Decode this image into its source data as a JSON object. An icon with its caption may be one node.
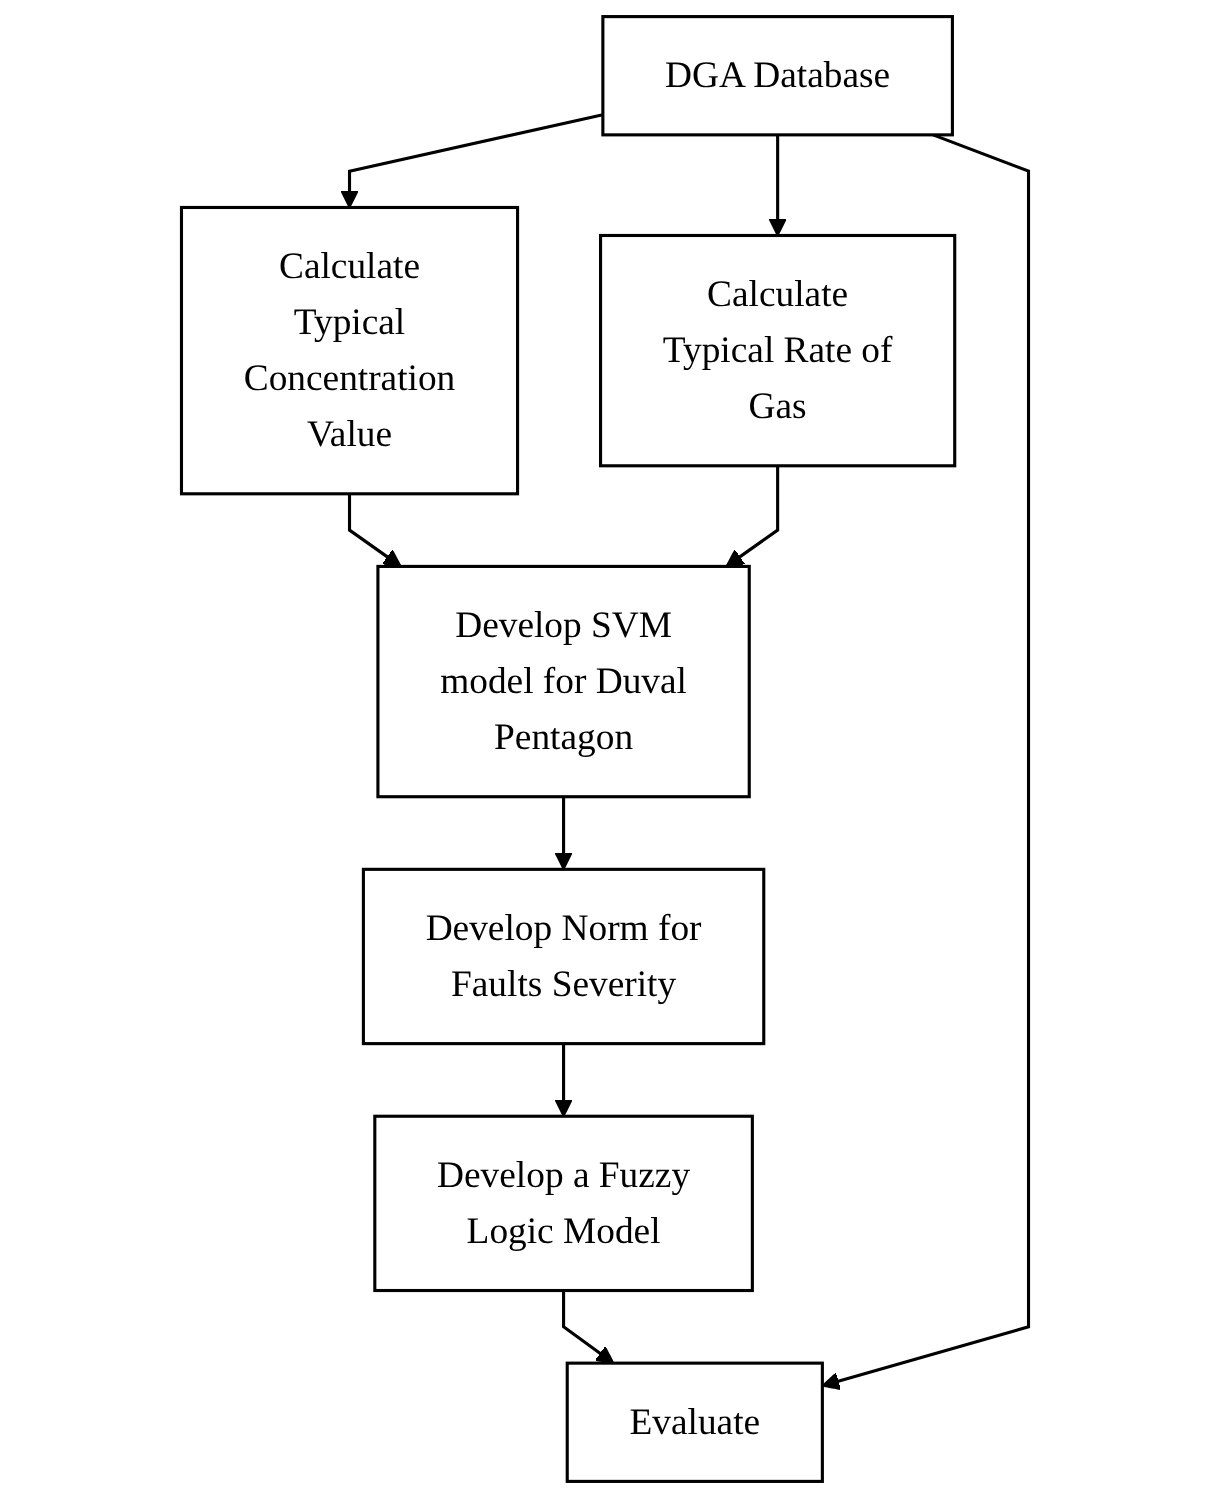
{
  "diagram": {
    "nodes": [
      {
        "text": [
          "DGA Database"
        ]
      },
      {
        "text": [
          "Calculate Typical Concentration Value"
        ]
      },
      {
        "text": [
          "Calculate Typical Rate of Gas"
        ]
      },
      {
        "text": [
          "Develop SVM model for Duval Pentagon"
        ]
      },
      {
        "text": [
          "Develop Norm for Faults Severity"
        ]
      },
      {
        "text": [
          "Develop a Fuzzy Logic Model"
        ]
      },
      {
        "text": [
          "Evaluate"
        ]
      }
    ],
    "edges": [
      {
        "from": 0,
        "to": 1,
        "arrow": "to"
      },
      {
        "from": 0,
        "to": 2,
        "arrow": "to"
      },
      {
        "from": 1,
        "to": 3,
        "arrow": "to"
      },
      {
        "from": 2,
        "to": 3,
        "arrow": "to"
      },
      {
        "from": 3,
        "to": 4,
        "arrow": "to"
      },
      {
        "from": 4,
        "to": 5,
        "arrow": "to"
      },
      {
        "from": 5,
        "to": 6,
        "arrow": "to"
      },
      {
        "from": 0,
        "to": 6,
        "arrow": "to"
      }
    ]
  }
}
